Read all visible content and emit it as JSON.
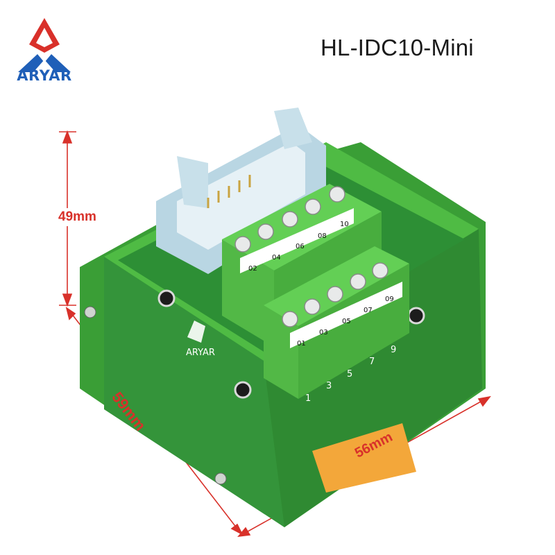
{
  "brand": {
    "name": "ARYAR",
    "color": "#1f5fb8",
    "accent": "#d9302a"
  },
  "product": {
    "title": "HL-IDC10-Mini"
  },
  "dimensions": {
    "height": "49mm",
    "depth": "59mm",
    "width": "56mm",
    "color": "#d8312a"
  },
  "terminals": {
    "top_row": [
      "02",
      "04",
      "06",
      "08",
      "10"
    ],
    "bottom_row": [
      "01",
      "03",
      "05",
      "07",
      "09"
    ],
    "pcb_numbers": [
      "1",
      "3",
      "5",
      "7",
      "9"
    ]
  },
  "pcb_brand": "ARYAR",
  "colors": {
    "housing": "#3fae3a",
    "terminal": "#58c84a",
    "connector": "#b9d6e3",
    "rail_clip": "#f3a73a"
  }
}
